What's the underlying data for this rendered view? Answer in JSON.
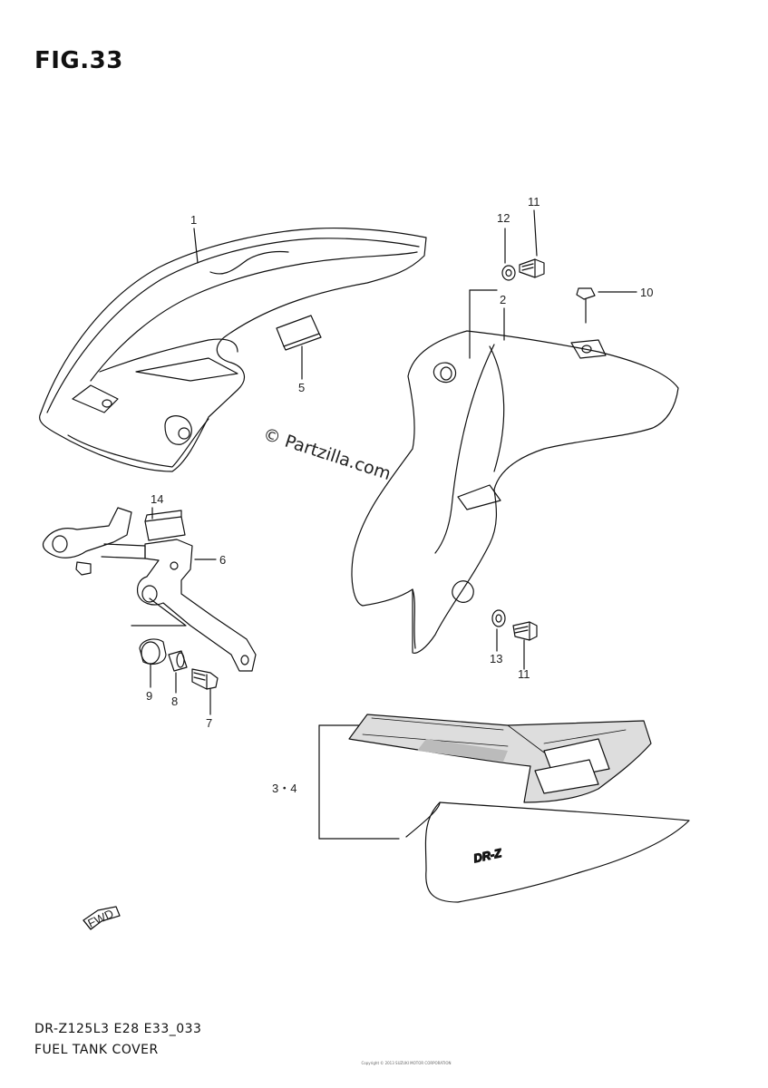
{
  "figure": {
    "title": "FIG.33"
  },
  "callouts": {
    "c1": "1",
    "c2": "2",
    "c34": "3・4",
    "c5": "5",
    "c6": "6",
    "c7": "7",
    "c8": "8",
    "c9": "9",
    "c10": "10",
    "c11a": "11",
    "c11b": "11",
    "c12": "12",
    "c13": "13",
    "c14": "14"
  },
  "watermark": {
    "text": "© Partzilla.com"
  },
  "decal": {
    "logo_text": "DR-Z"
  },
  "direction_arrow": {
    "label": "FWD",
    "icon": "front-direction-arrow-icon"
  },
  "footer": {
    "model_code": "DR-Z125L3 E28 E33_033",
    "section_title": "FUEL TANK COVER"
  },
  "copyright": {
    "text": "Copyright © 2013 SUZUKI MOTOR CORPORATION"
  }
}
